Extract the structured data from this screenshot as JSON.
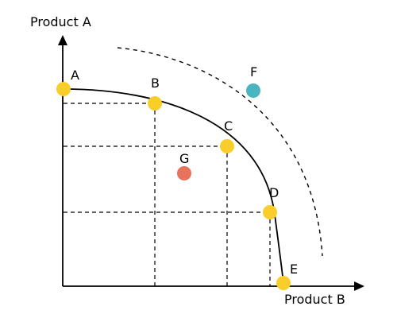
{
  "diagram": {
    "y_axis_label": "Product A",
    "x_axis_label": "Product B",
    "colors": {
      "frontier_point": "#f9ce2b",
      "outside_point": "#4ab5c0",
      "inside_point": "#e6735a",
      "line": "#000000"
    },
    "points": [
      {
        "label": "A",
        "position": "on-frontier"
      },
      {
        "label": "B",
        "position": "on-frontier"
      },
      {
        "label": "C",
        "position": "on-frontier"
      },
      {
        "label": "D",
        "position": "on-frontier"
      },
      {
        "label": "E",
        "position": "on-frontier"
      },
      {
        "label": "F",
        "position": "outside-frontier"
      },
      {
        "label": "G",
        "position": "inside-frontier"
      }
    ]
  }
}
